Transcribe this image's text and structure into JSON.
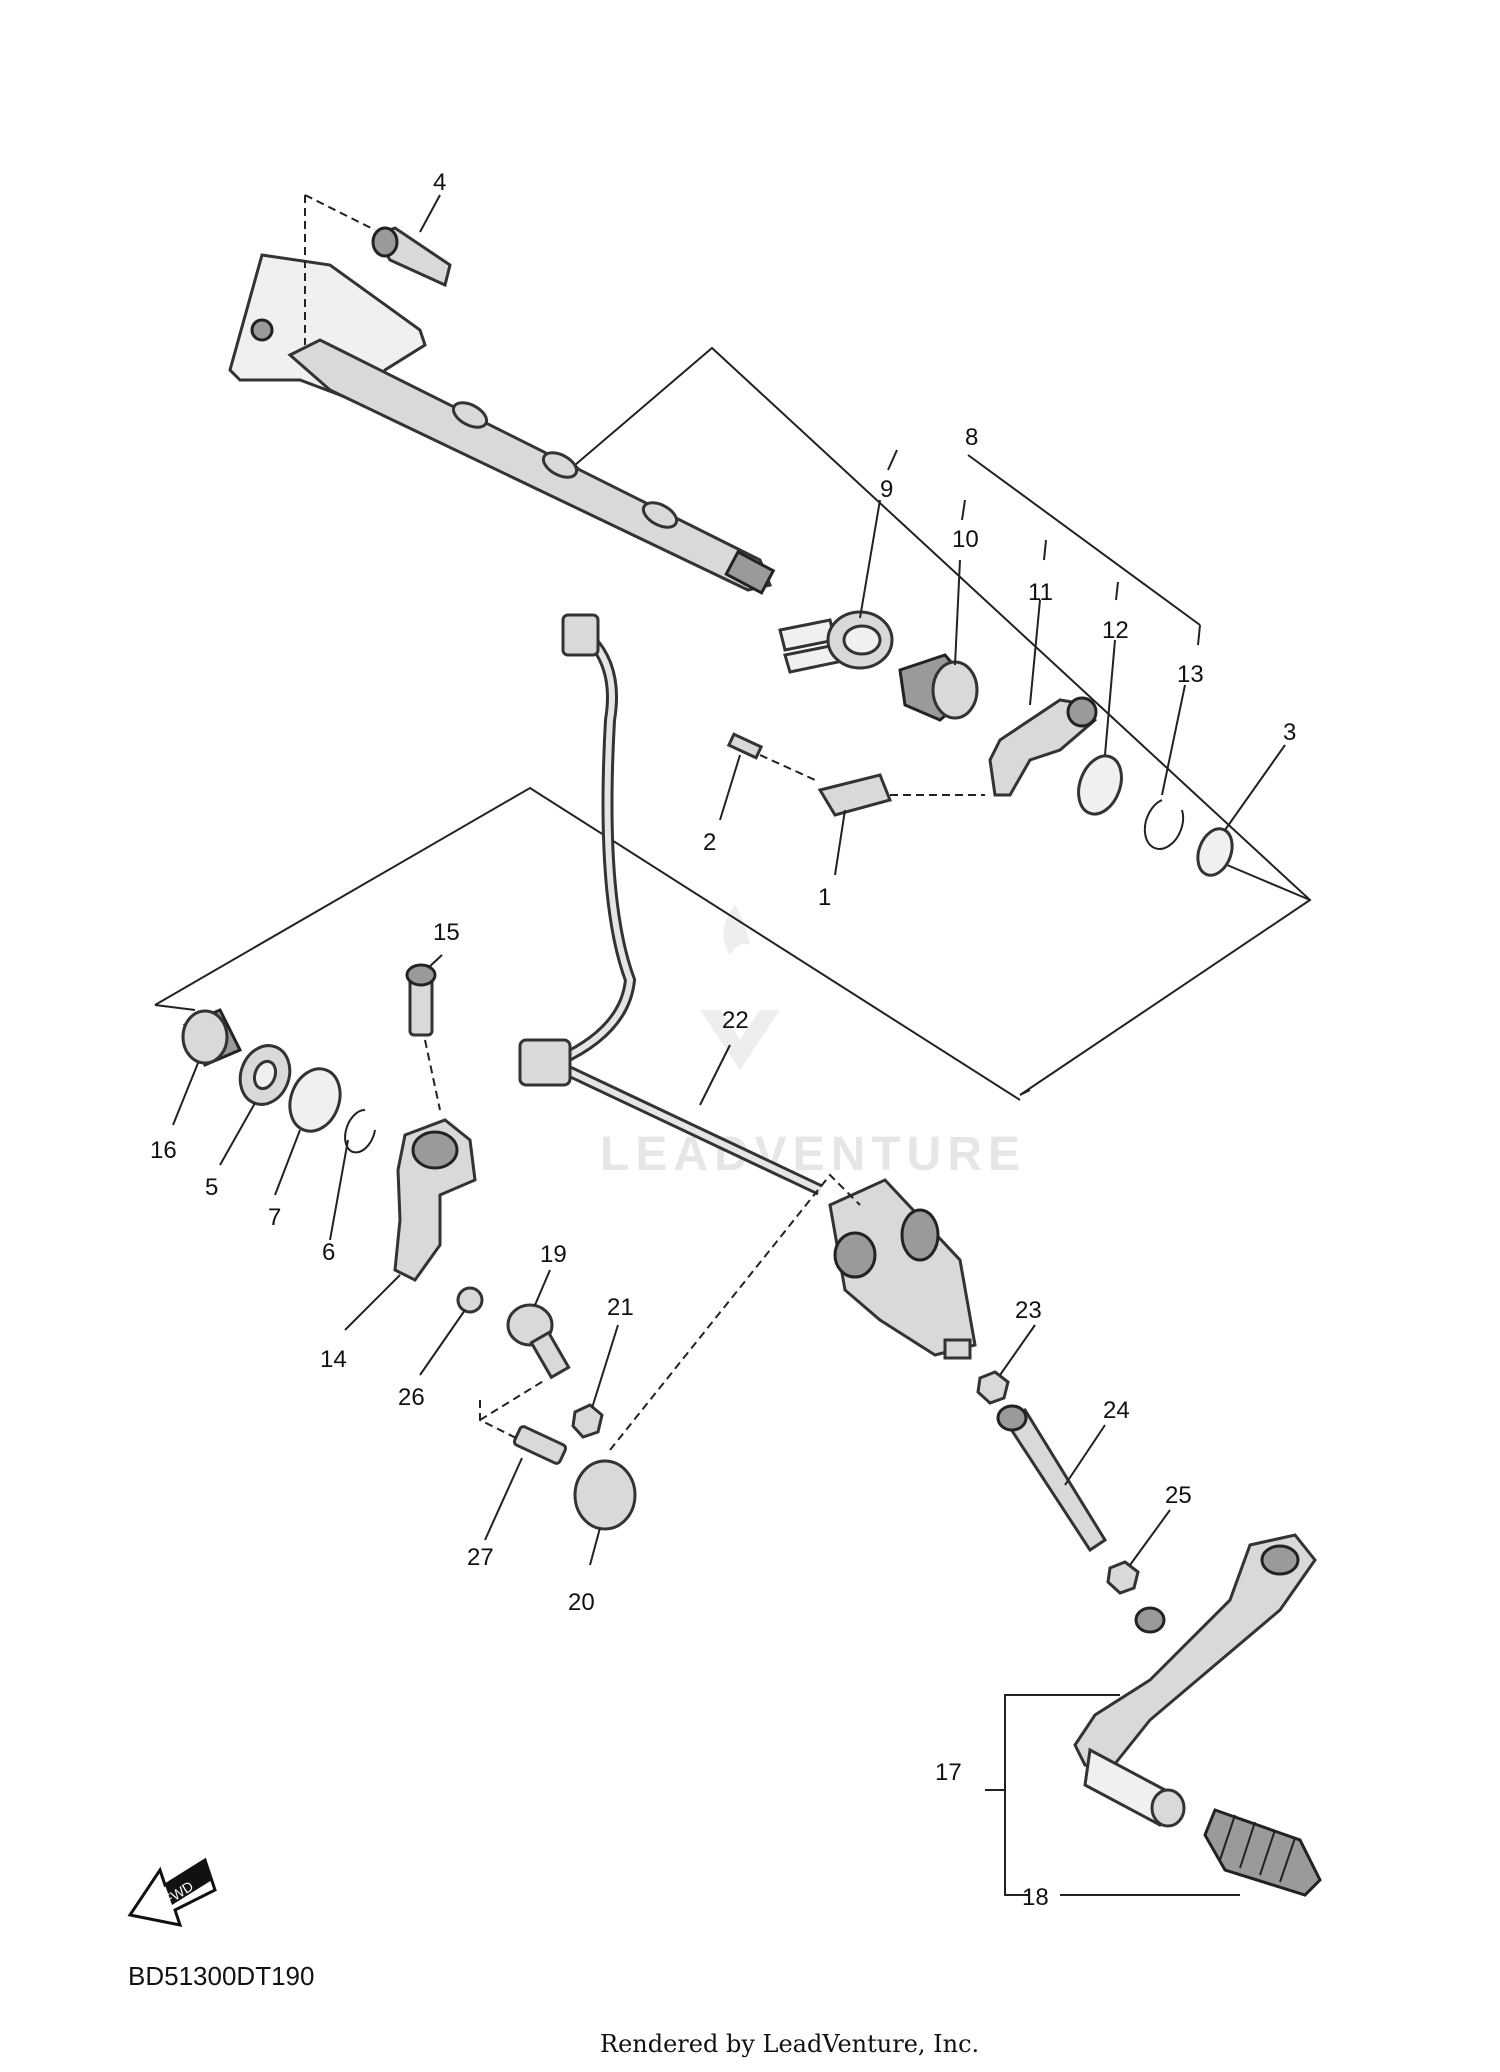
{
  "diagram_code": "BD51300DT190",
  "footer": "Rendered by LeadVenture, Inc.",
  "watermark": "LEADVENTURE",
  "fwd_label": "FWD",
  "callouts": [
    "1",
    "2",
    "3",
    "4",
    "5",
    "6",
    "7",
    "8",
    "9",
    "10",
    "11",
    "12",
    "13",
    "14",
    "15",
    "16",
    "17",
    "18",
    "19",
    "20",
    "21",
    "22",
    "23",
    "24",
    "25",
    "26",
    "27"
  ]
}
